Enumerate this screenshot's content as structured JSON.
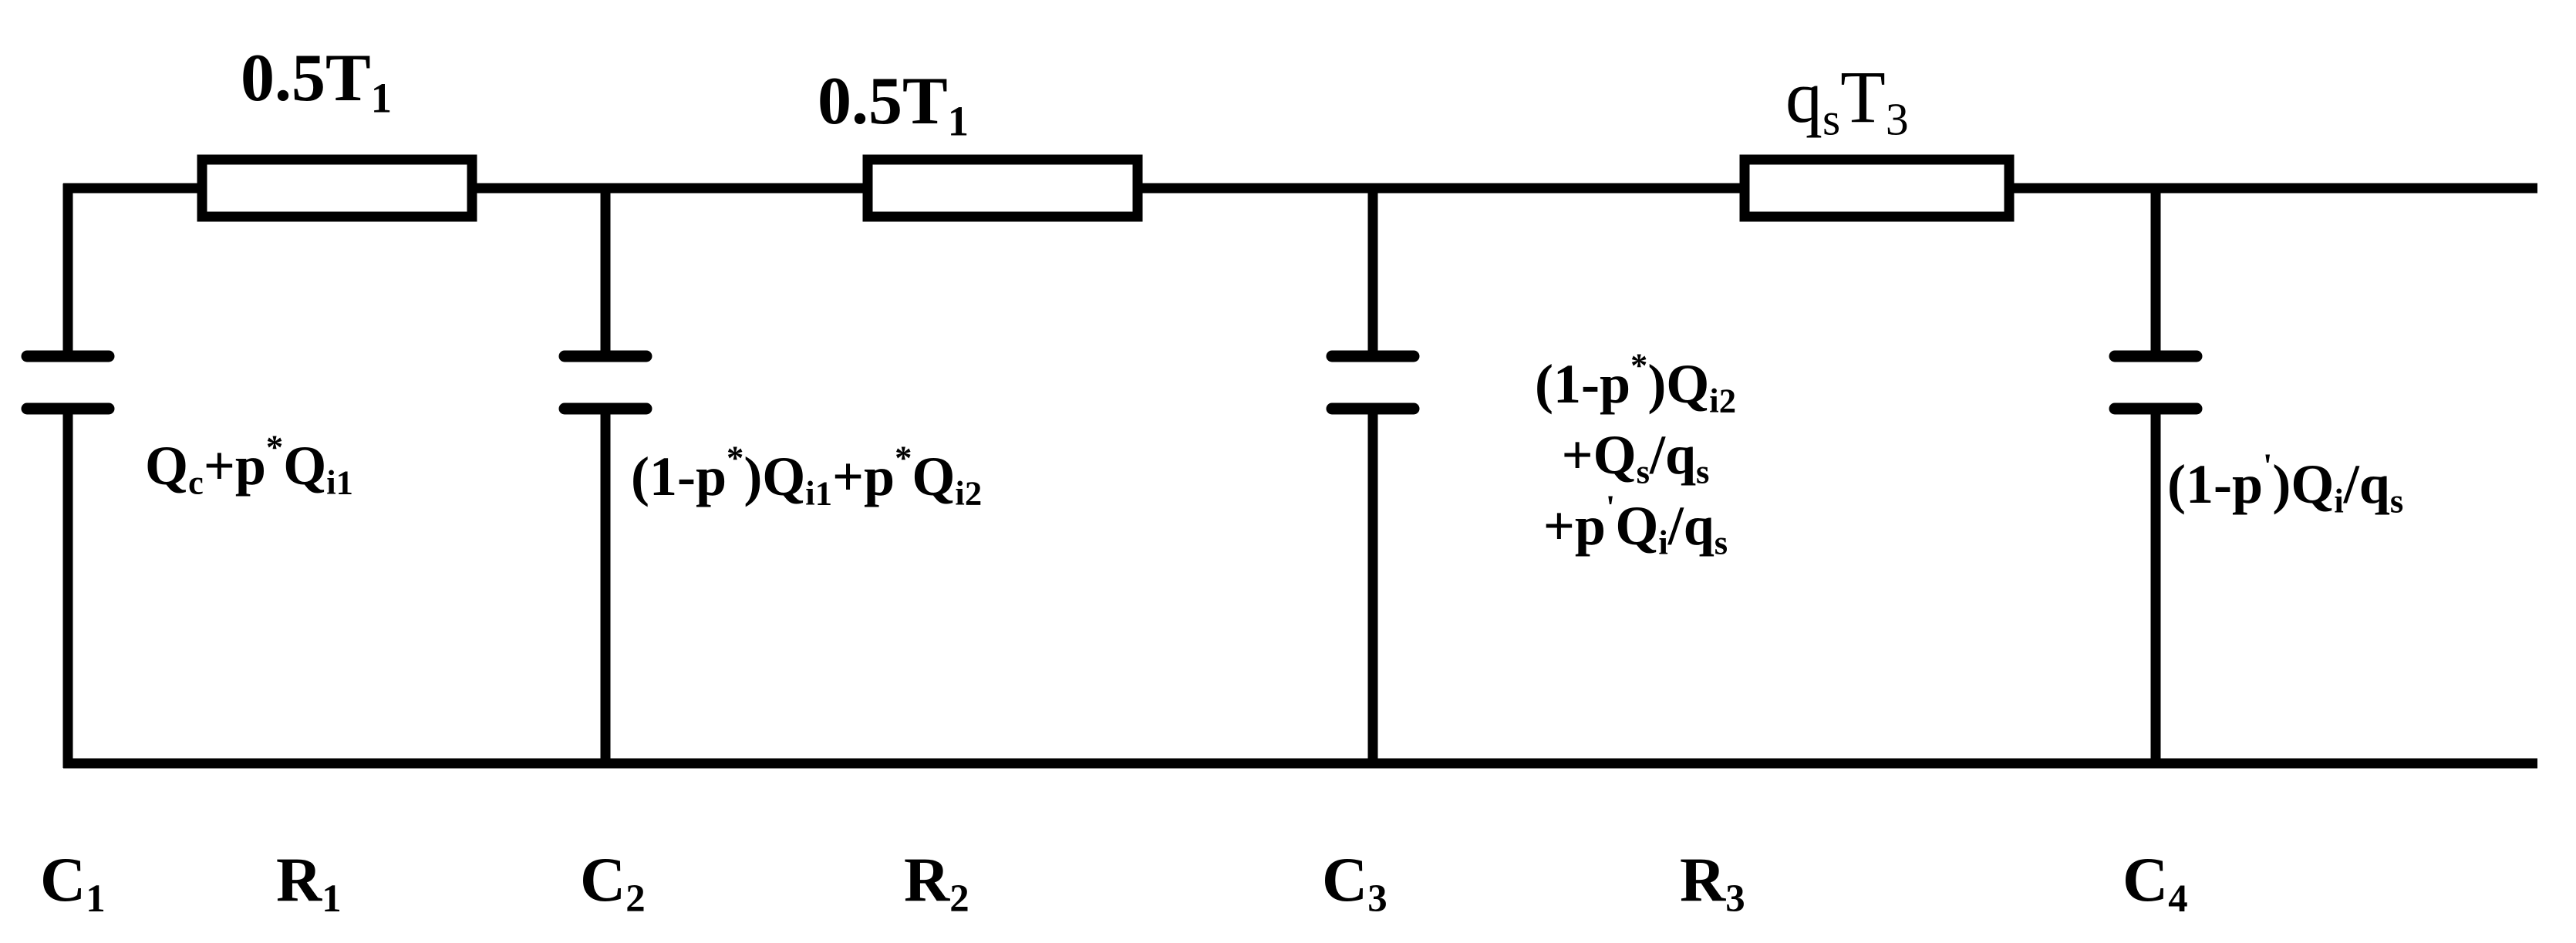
{
  "diagram": {
    "stroke_color": "#000000",
    "resistors": [
      {
        "id": "R1",
        "node_label": "R",
        "node_sub": "1",
        "value_main": "0.5T",
        "value_sub": "1"
      },
      {
        "id": "R2",
        "node_label": "R",
        "node_sub": "2",
        "value_main": "0.5T",
        "value_sub": "1"
      },
      {
        "id": "R3",
        "node_label": "R",
        "node_sub": "3",
        "value_main": "q",
        "value_sub": "s",
        "value_main2": "T",
        "value_sub2": "3"
      }
    ],
    "capacitors": [
      {
        "id": "C1",
        "node_label": "C",
        "node_sub": "1"
      },
      {
        "id": "C2",
        "node_label": "C",
        "node_sub": "2"
      },
      {
        "id": "C3",
        "node_label": "C",
        "node_sub": "3"
      },
      {
        "id": "C4",
        "node_label": "C",
        "node_sub": "4"
      }
    ],
    "sources": {
      "s1": {
        "a": "Q",
        "a_sub": "c",
        "b": "+p",
        "b_sup": "*",
        "c": "Q",
        "c_sub": "i1"
      },
      "s2": {
        "a": "(1-p",
        "a_sup": "*",
        "b": ")Q",
        "b_sub": "i1",
        "c": "+p",
        "c_sup": "*",
        "d": "Q",
        "d_sub": "i2"
      },
      "s3": {
        "l1_a": "(1-p",
        "l1_sup": "*",
        "l1_b": ")Q",
        "l1_sub": "i2",
        "l2_a": "+Q",
        "l2_sub1": "s",
        "l2_b": "/q",
        "l2_sub2": "s",
        "l3_a": "+p",
        "l3_sup": "'",
        "l3_b": "Q",
        "l3_sub1": "i",
        "l3_c": "/q",
        "l3_sub2": "s"
      },
      "s4": {
        "a": "(1-p",
        "a_sup": "'",
        "b": ")Q",
        "b_sub": "i",
        "c": "/q",
        "c_sub": "s"
      }
    }
  }
}
